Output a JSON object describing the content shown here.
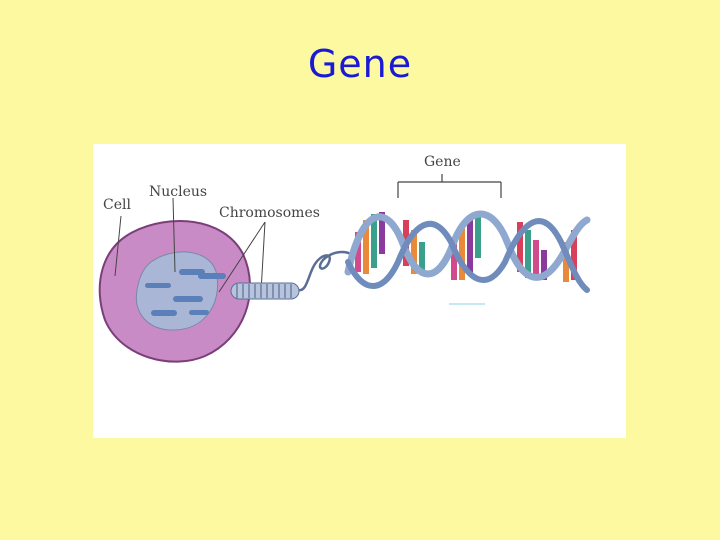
{
  "slide": {
    "title": "Gene"
  },
  "diagram": {
    "labels": {
      "cell": "Cell",
      "nucleus": "Nucleus",
      "chromosomes": "Chromosomes",
      "gene": "Gene"
    },
    "colors": {
      "background": "#fdf9a1",
      "title": "#1a1ad6",
      "cytoplasm": "#c98bc6",
      "nucleus": "#a9b6d6",
      "chromosome": "#5b7fb8",
      "helix_backbone": "#8fa8cf",
      "base_pairs": [
        "#d04a8c",
        "#e88a3a",
        "#3aa08c",
        "#8a3a9c",
        "#d8405a"
      ]
    }
  }
}
